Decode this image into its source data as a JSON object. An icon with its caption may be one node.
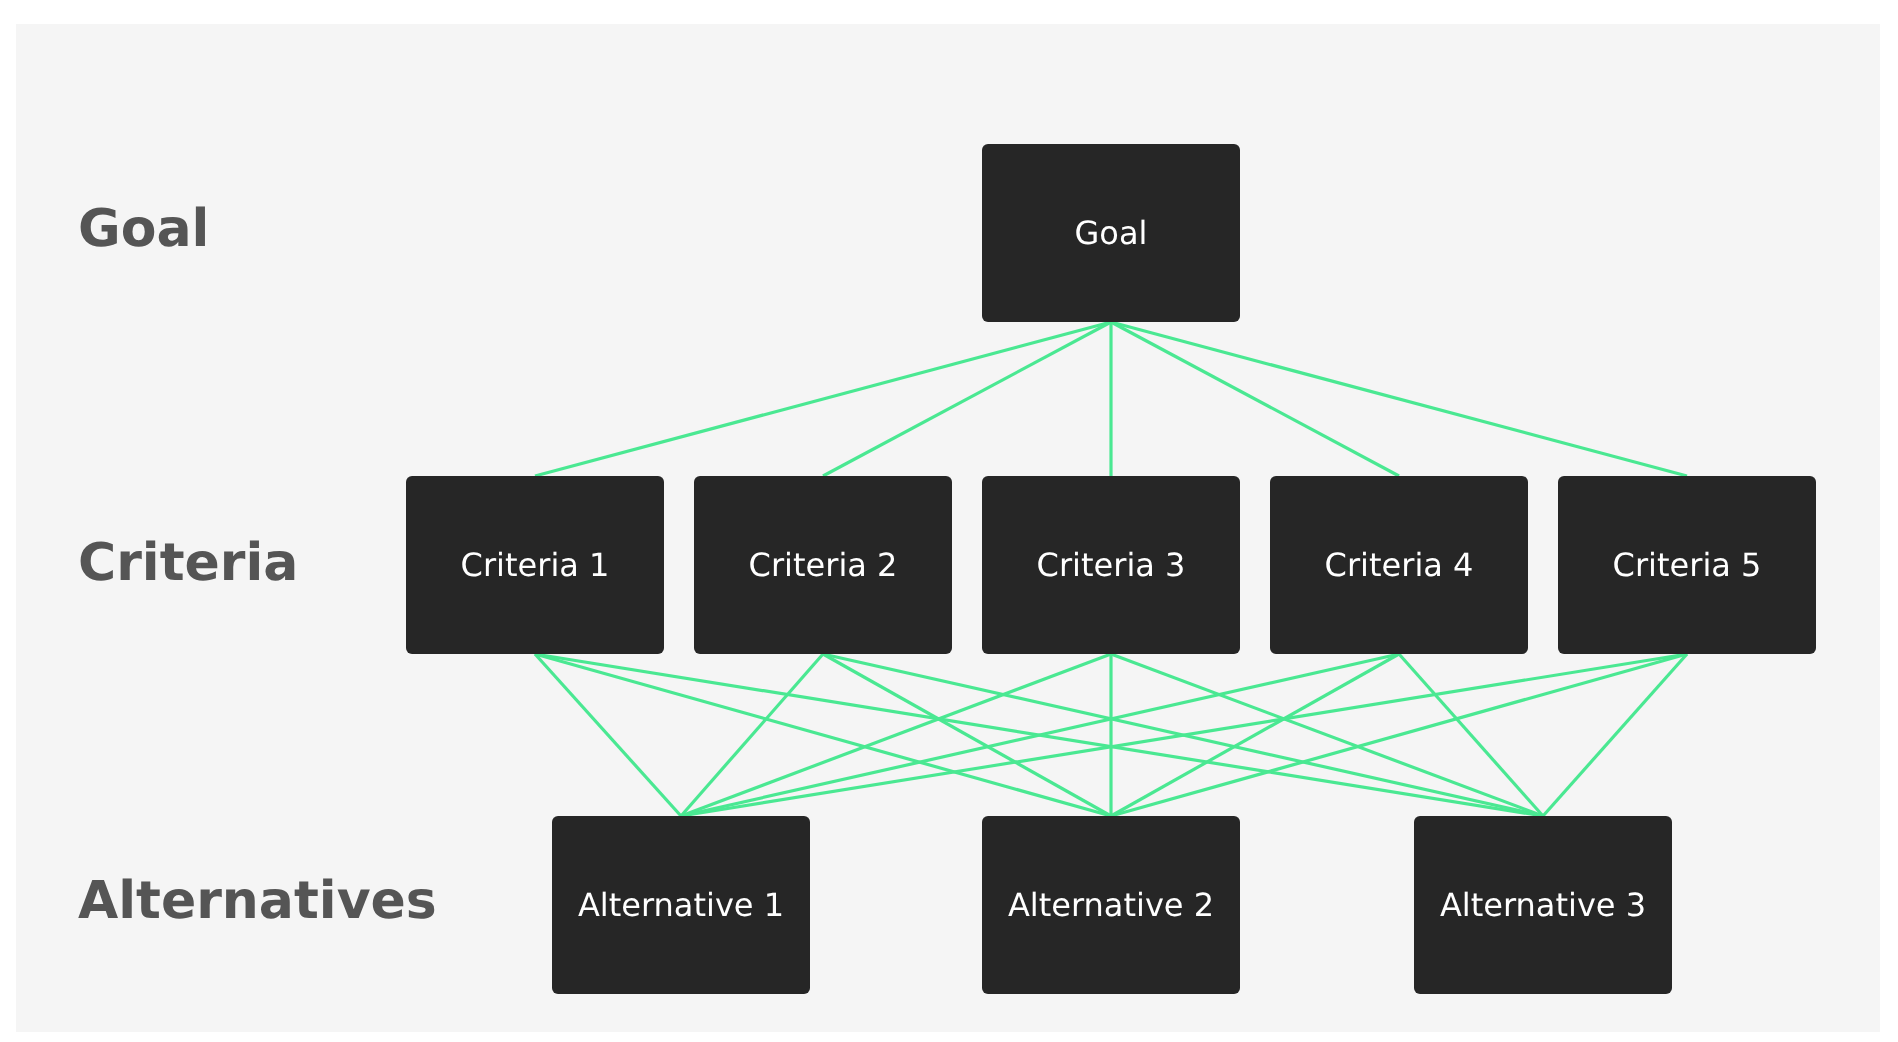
{
  "diagram": {
    "nodes": [
      {
        "text": [
          "Goal"
        ]
      },
      {
        "text": [
          "Criteria 1"
        ]
      },
      {
        "text": [
          "Criteria 2"
        ]
      },
      {
        "text": [
          "Criteria 3"
        ]
      },
      {
        "text": [
          "Criteria 4"
        ]
      },
      {
        "text": [
          "Criteria 5"
        ]
      },
      {
        "text": [
          "Alternative 1"
        ]
      },
      {
        "text": [
          "Alternative 2"
        ]
      },
      {
        "text": [
          "Alternative 3"
        ]
      }
    ],
    "edges": [
      {
        "from": 0,
        "to": 1,
        "arrow": "none"
      },
      {
        "from": 0,
        "to": 2,
        "arrow": "none"
      },
      {
        "from": 0,
        "to": 3,
        "arrow": "none"
      },
      {
        "from": 0,
        "to": 4,
        "arrow": "none"
      },
      {
        "from": 0,
        "to": 5,
        "arrow": "none"
      },
      {
        "from": 1,
        "to": 6,
        "arrow": "none"
      },
      {
        "from": 1,
        "to": 7,
        "arrow": "none"
      },
      {
        "from": 1,
        "to": 8,
        "arrow": "none"
      },
      {
        "from": 2,
        "to": 6,
        "arrow": "none"
      },
      {
        "from": 2,
        "to": 7,
        "arrow": "none"
      },
      {
        "from": 2,
        "to": 8,
        "arrow": "none"
      },
      {
        "from": 3,
        "to": 6,
        "arrow": "none"
      },
      {
        "from": 3,
        "to": 7,
        "arrow": "none"
      },
      {
        "from": 3,
        "to": 8,
        "arrow": "none"
      },
      {
        "from": 4,
        "to": 6,
        "arrow": "none"
      },
      {
        "from": 4,
        "to": 7,
        "arrow": "none"
      },
      {
        "from": 4,
        "to": 8,
        "arrow": "none"
      },
      {
        "from": 5,
        "to": 6,
        "arrow": "none"
      },
      {
        "from": 5,
        "to": 7,
        "arrow": "none"
      },
      {
        "from": 5,
        "to": 8,
        "arrow": "none"
      }
    ],
    "labels": [
      "Goal",
      "Criteria",
      "Alternatives"
    ]
  }
}
